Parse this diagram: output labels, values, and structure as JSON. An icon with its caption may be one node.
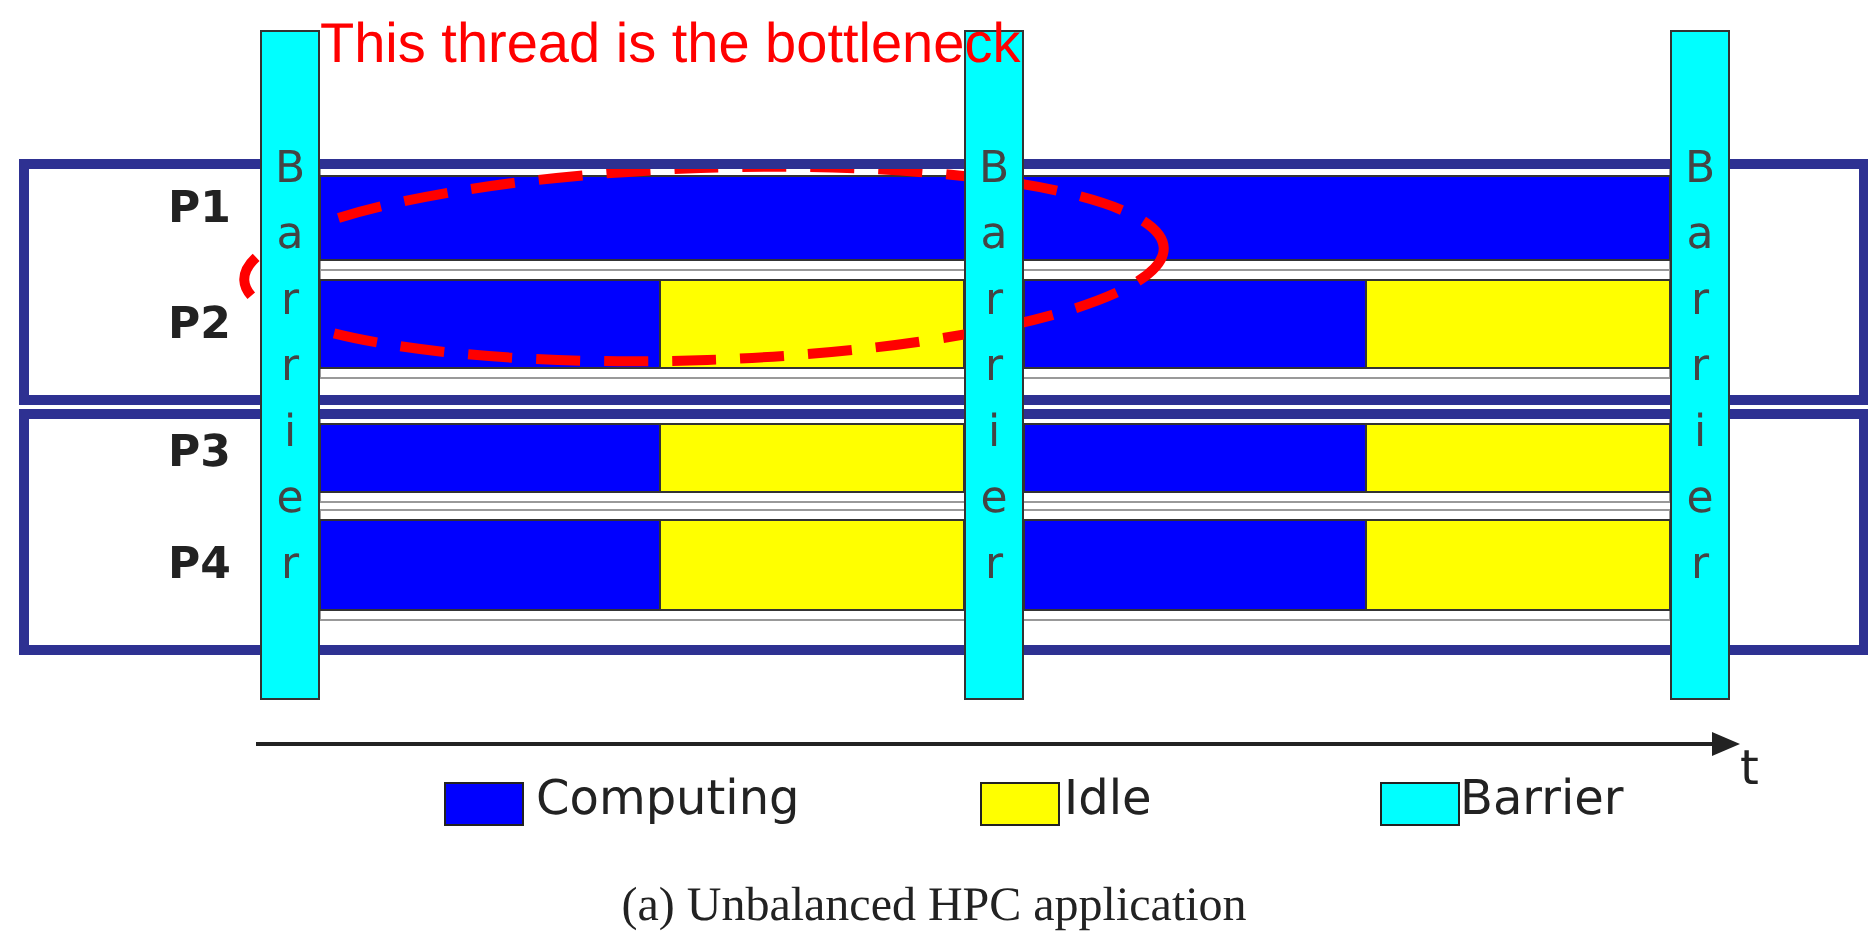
{
  "diagram": {
    "caption": "(a) Unbalanced HPC application",
    "nodes": [
      {
        "text": [
          "Barrier"
        ]
      },
      {
        "text": [
          "Barrier"
        ]
      },
      {
        "text": [
          "Barrier"
        ]
      }
    ],
    "labels": [
      "This thread is the bottleneck",
      "P1",
      "P2",
      "P3",
      "P4",
      "t"
    ],
    "legend": [
      {
        "text": "Computing",
        "color": "#0000ff"
      },
      {
        "text": "Idle",
        "color": "#ffff00"
      },
      {
        "text": "Barrier",
        "color": "#00ffff"
      }
    ]
  }
}
